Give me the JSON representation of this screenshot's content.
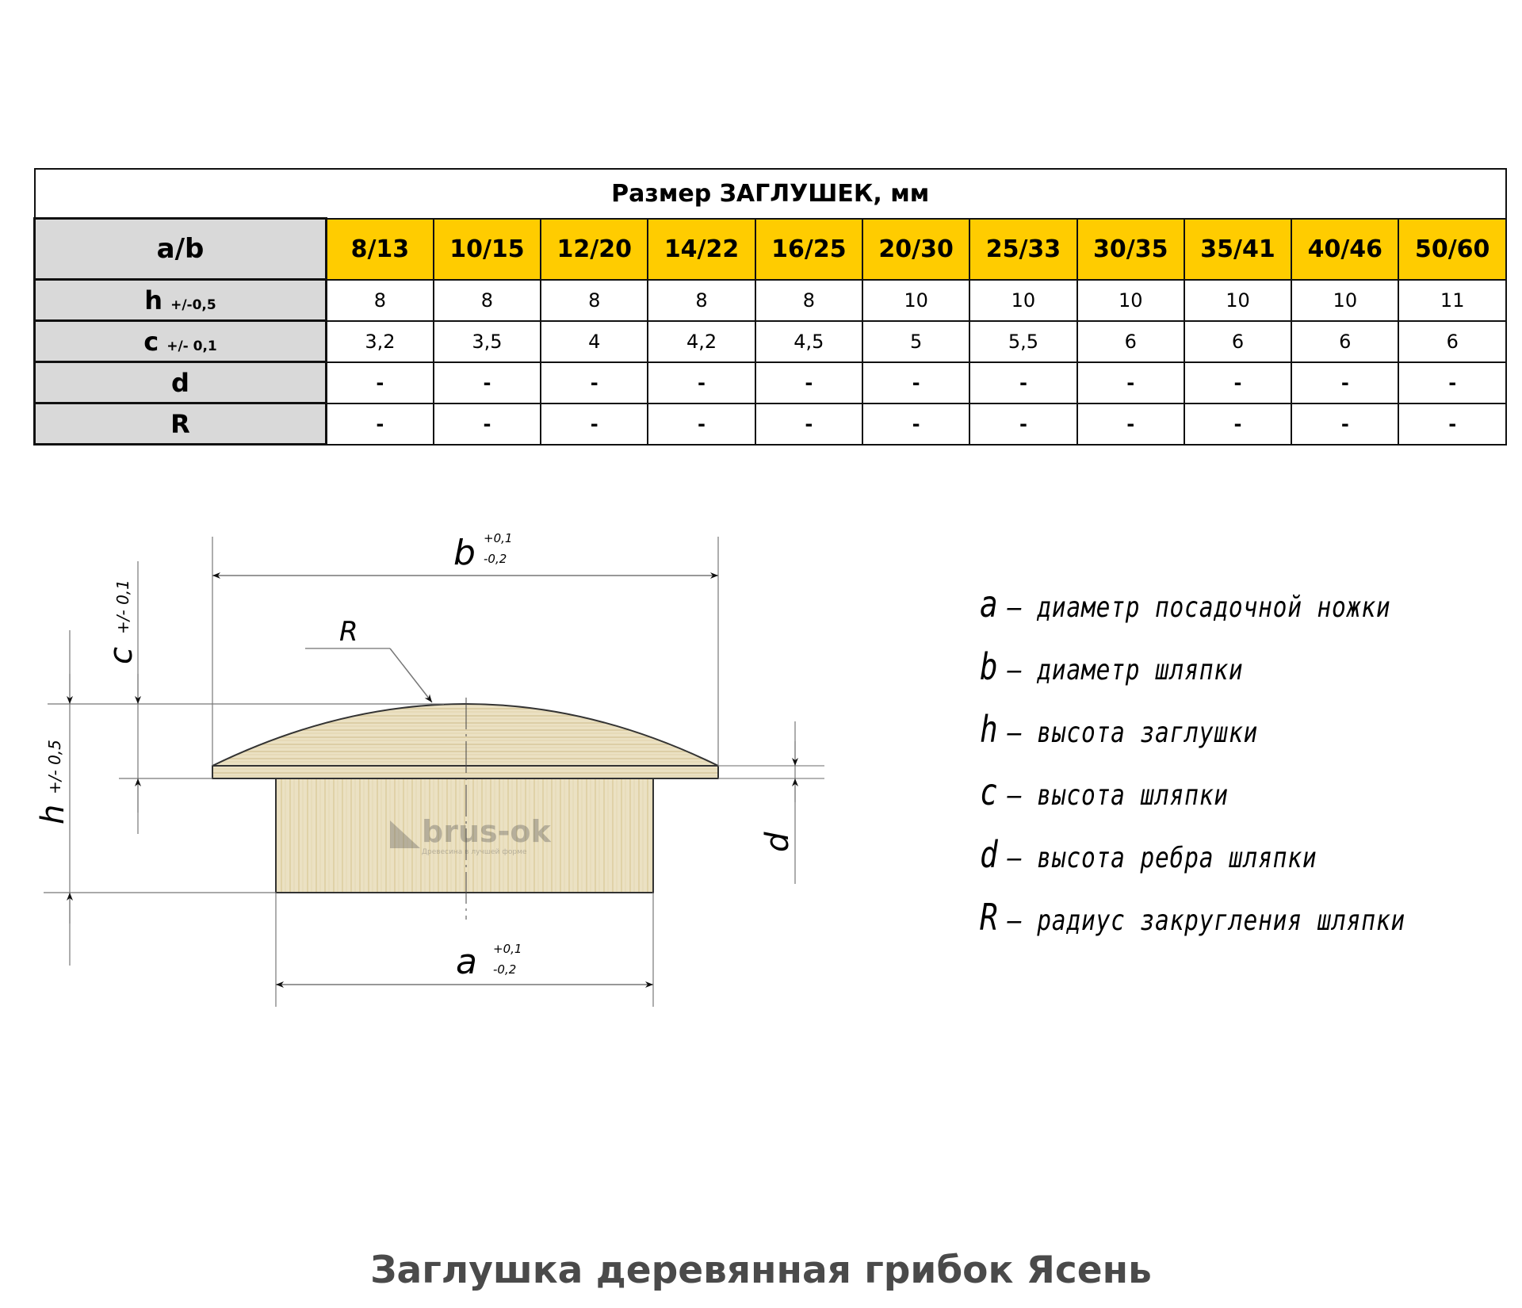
{
  "table": {
    "title": "Размер ЗАГЛУШЕК, мм",
    "header_label": "a/b",
    "sizes": [
      "8/13",
      "10/15",
      "12/20",
      "14/22",
      "16/25",
      "20/30",
      "25/33",
      "30/35",
      "35/41",
      "40/46",
      "50/60"
    ],
    "rows": [
      {
        "label": "h",
        "tolerance": "+/-0,5",
        "values": [
          "8",
          "8",
          "8",
          "8",
          "8",
          "10",
          "10",
          "10",
          "10",
          "10",
          "11"
        ]
      },
      {
        "label": "c",
        "tolerance": "+/- 0,1",
        "values": [
          "3,2",
          "3,5",
          "4",
          "4,2",
          "4,5",
          "5",
          "5,5",
          "6",
          "6",
          "6",
          "6"
        ]
      },
      {
        "label": "d",
        "tolerance": "",
        "values": [
          "-",
          "-",
          "-",
          "-",
          "-",
          "-",
          "-",
          "-",
          "-",
          "-",
          "-"
        ]
      },
      {
        "label": "R",
        "tolerance": "",
        "values": [
          "-",
          "-",
          "-",
          "-",
          "-",
          "-",
          "-",
          "-",
          "-",
          "-",
          "-"
        ]
      }
    ],
    "colors": {
      "header_yellow": "#ffcc00",
      "label_gray": "#d9d9d9",
      "border": "#111111"
    }
  },
  "drawing": {
    "dim_b": {
      "symbol": "b",
      "upper": "+0,1",
      "lower": "-0,2"
    },
    "dim_a": {
      "symbol": "a",
      "upper": "+0,1",
      "lower": "-0,2"
    },
    "dim_c": {
      "symbol": "c",
      "tolerance": "+/- 0,1"
    },
    "dim_h": {
      "symbol": "h",
      "tolerance": "+/- 0,5"
    },
    "dim_d": {
      "symbol": "d"
    },
    "dim_R": {
      "symbol": "R"
    },
    "watermark": {
      "brand": "brus-ok",
      "tagline": "Древесина в лучшей форме"
    },
    "colors": {
      "wood": "#e9dfbf",
      "grain": "#d6c79c",
      "line": "#555555"
    }
  },
  "legend": [
    {
      "symbol": "a",
      "text": "– диаметр посадочной ножки"
    },
    {
      "symbol": "b",
      "text": "– диаметр шляпки"
    },
    {
      "symbol": "h",
      "text": "– высота заглушки"
    },
    {
      "symbol": "c",
      "text": "– высота шляпки"
    },
    {
      "symbol": "d",
      "text": "– высота ребра шляпки"
    },
    {
      "symbol": "R",
      "text": "– радиус закругления шляпки"
    }
  ],
  "product_title": "Заглушка деревянная грибок Ясень"
}
